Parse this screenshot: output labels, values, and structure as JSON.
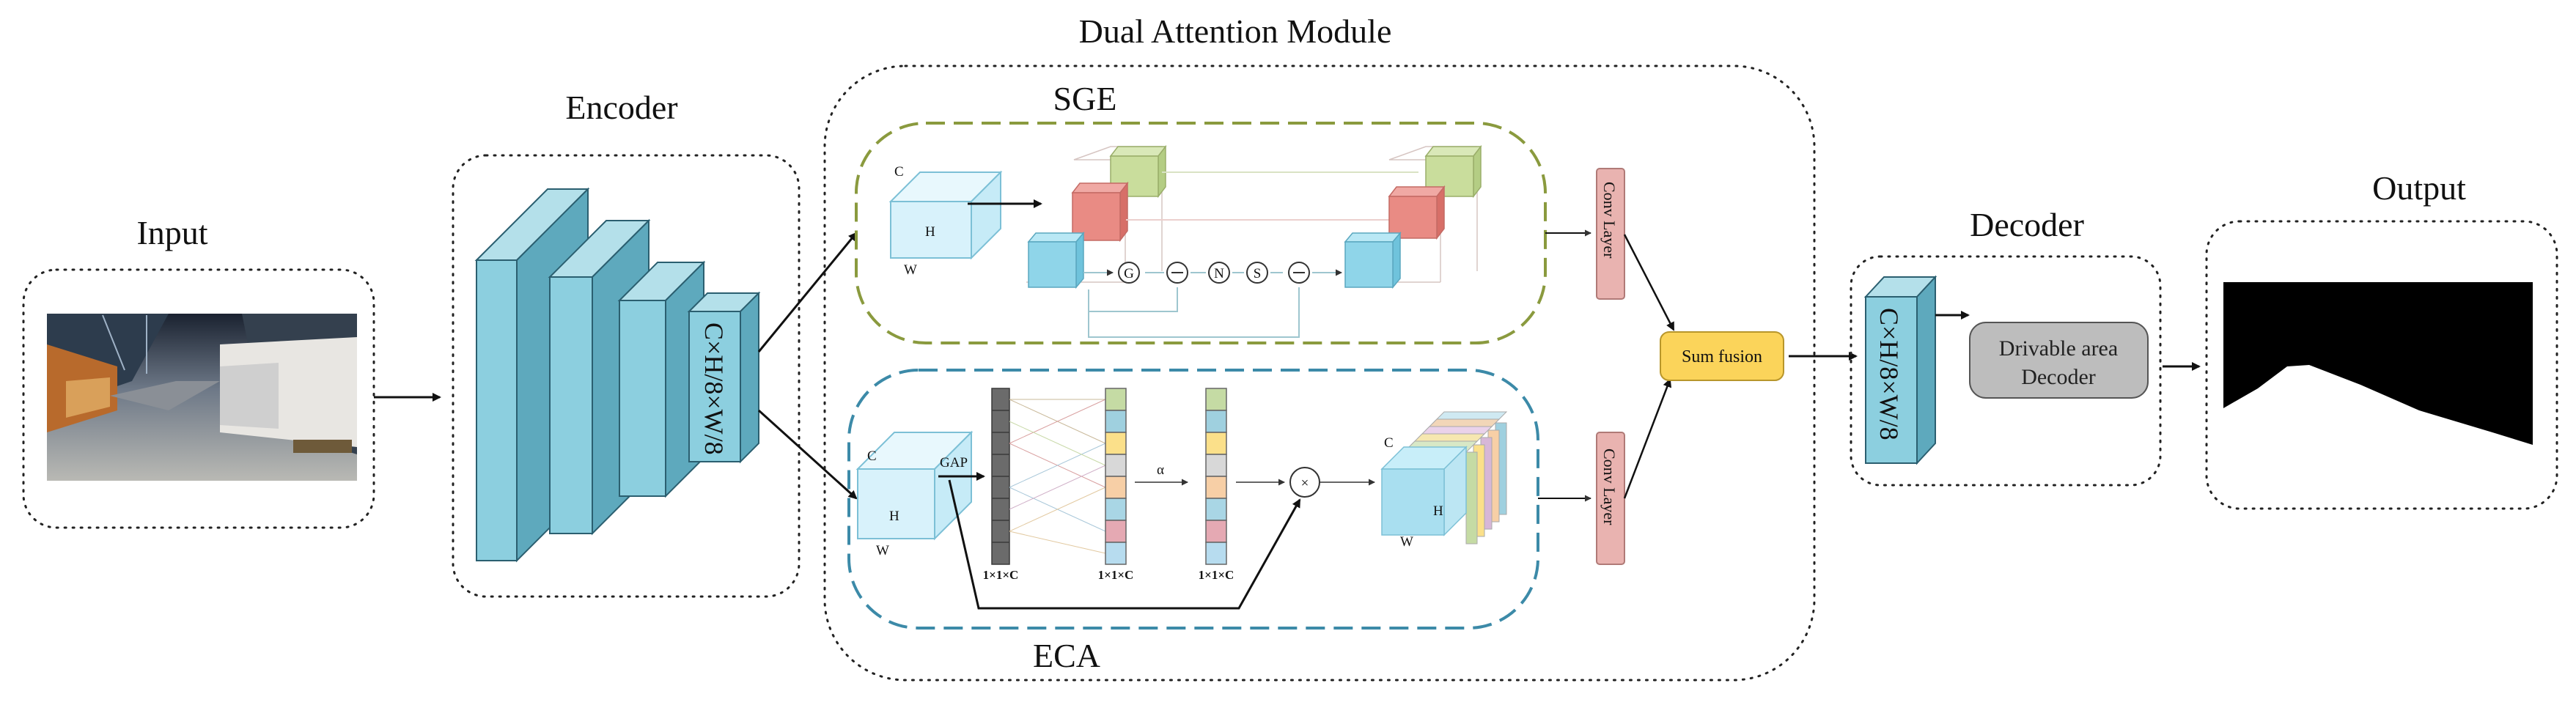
{
  "titles": {
    "input": "Input",
    "encoder": "Encoder",
    "dual_attention": "Dual Attention Module",
    "sge": "SGE",
    "eca": "ECA",
    "decoder": "Decoder",
    "output": "Output"
  },
  "encoder": {
    "feature_label": "C×H/8×W/8"
  },
  "decoder": {
    "feature_label": "C×H/8×W/8",
    "drivable_line1": "Drivable area",
    "drivable_line2": "Decoder"
  },
  "sge": {
    "cube_c": "C",
    "cube_h": "H",
    "cube_w": "W",
    "op_g": "G",
    "op_n": "N",
    "op_s": "S",
    "conv": "Conv Layer"
  },
  "eca": {
    "cube_c": "C",
    "cube_h": "H",
    "cube_w": "W",
    "gap": "GAP",
    "vec1": "1×1×C",
    "vec2": "1×1×C",
    "vec3": "1×1×C",
    "alpha": "α",
    "mult": "×",
    "out_c": "C",
    "out_h": "H",
    "out_w": "W",
    "conv": "Conv Layer"
  },
  "fusion": {
    "label": "Sum fusion"
  },
  "colors": {
    "cube_blue": "#8ccfdf",
    "light_cube": "#d8f2fb",
    "sge_border": "#8a9a3e",
    "eca_border": "#3c8aa8",
    "conv_fill": "#e9b3b0",
    "fusion_fill": "#fbd45a",
    "decoder_box": "#bdbdbd"
  }
}
